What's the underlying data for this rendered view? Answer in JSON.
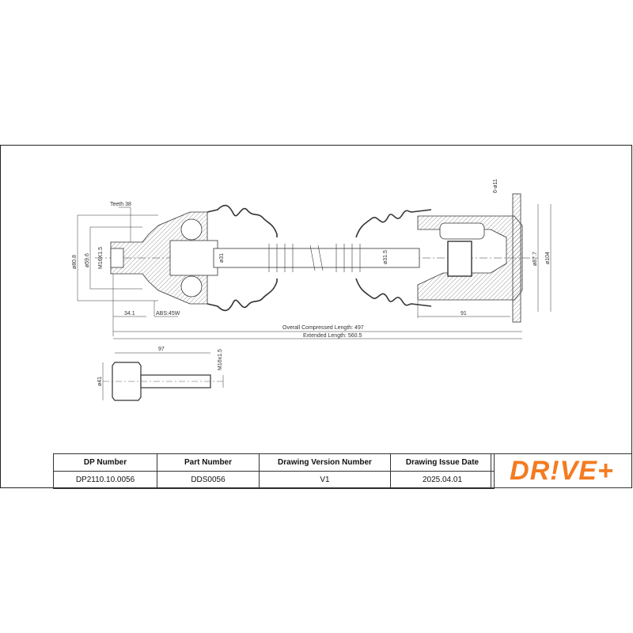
{
  "drawing": {
    "labels": {
      "teeth": "Teeth 38",
      "d_80_8": "ø80.8",
      "d_59_6": "ø59.6",
      "m16_left": "M16X1.5",
      "d_31": "ø31",
      "len_34_1": "34.1",
      "abs": "ABS:45W",
      "d_31_5": "ø31.5",
      "holes": "6-ø11",
      "d_87_7": "ø87.7",
      "d_104": "ø104",
      "len_91": "91",
      "overall": "Overall Compressed Length: 497",
      "extended": "Extended Length: 560.5"
    },
    "bolt": {
      "length": "97",
      "diameter": "ø41",
      "thread": "M16x1.5"
    }
  },
  "title_block": {
    "headers": [
      "DP Number",
      "Part Number",
      "Drawing Version Number",
      "Drawing Issue Date"
    ],
    "values": [
      "DP2110.10.0056",
      "DDS0056",
      "V1",
      "2025.04.01"
    ],
    "logo": "DR!VE+",
    "logo_color": "#f47b20"
  }
}
